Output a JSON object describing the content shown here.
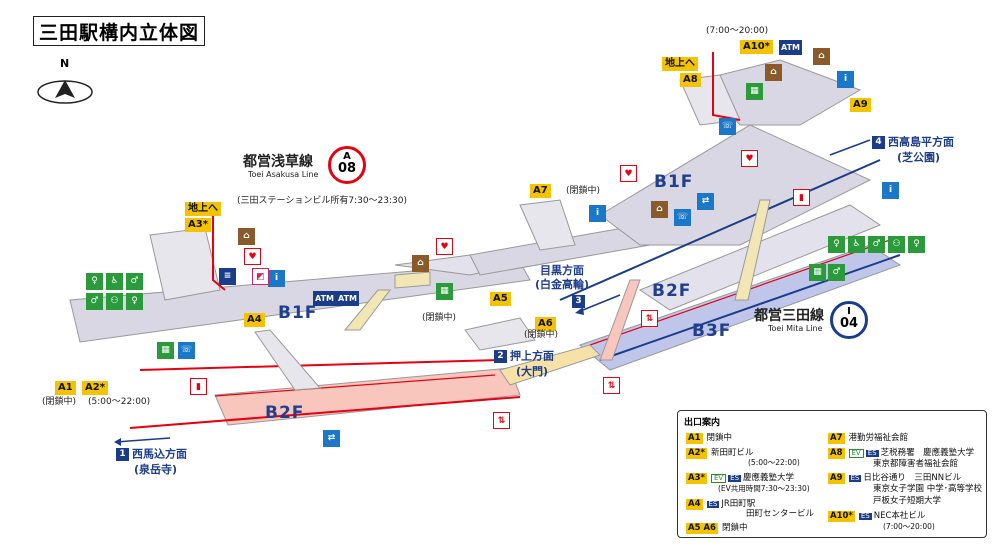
{
  "title": "三田駅構内立体図",
  "north": "N",
  "lines": {
    "asakusa": {
      "name": "都営浅草線",
      "sub": "Toei Asakusa Line",
      "letter": "A",
      "number": "08"
    },
    "mita": {
      "name": "都営三田線",
      "sub": "Toei Mita Line",
      "letter": "I",
      "number": "04"
    }
  },
  "floors": {
    "left_b1": "B1F",
    "left_b2": "B2F",
    "right_b1": "B1F",
    "right_b2": "B2F",
    "right_b3": "B3F"
  },
  "exits": {
    "a1": "A1",
    "a1_note": "(閉鎖中)",
    "a2": "A2*",
    "a2_note": "(5:00～22:00)",
    "a3": "A3*",
    "a3_up": "地上へ",
    "a3_note": "(三田ステーションビル所有7:30～23:30)",
    "a4": "A4",
    "a5": "A5",
    "a5_note": "(閉鎖中)",
    "a6": "A6",
    "a6_note": "(閉鎖中)",
    "a7": "A7",
    "a7_note": "(閉鎖中)",
    "a8": "A8",
    "a8_up": "地上へ",
    "a9": "A9",
    "a10": "A10*",
    "a10_note": "(7:00～20:00)"
  },
  "directions": {
    "d1_num": "1",
    "d1": "西馬込方面",
    "d1_sub": "(泉岳寺)",
    "d2_num": "2",
    "d2": "押上方面",
    "d2_sub": "(大門)",
    "d3_num": "3",
    "d3": "目黒方面",
    "d3_sub": "(白金高輪)",
    "d4_num": "4",
    "d4": "西高島平方面",
    "d4_sub": "(芝公園)"
  },
  "atm_label": "ATM",
  "legend": {
    "header": "出口案内",
    "rows_left": [
      {
        "key": "A1",
        "text": "閉鎖中"
      },
      {
        "key": "A2*",
        "text": "新田町ビル",
        "sub": "(5:00～22:00)"
      },
      {
        "key": "A3*",
        "ev": "EV",
        "es": "ES",
        "text": "慶應義塾大学",
        "sub": "(EV共用時間7:30～23:30)"
      },
      {
        "key": "A4",
        "es": "ES",
        "text": "JR田町駅",
        "sub": "田町センタービル"
      },
      {
        "key": "A5 A6",
        "text": "閉鎖中"
      }
    ],
    "rows_right": [
      {
        "key": "A7",
        "text": "港勤労福祉会館"
      },
      {
        "key": "A8",
        "ev": "EV",
        "es": "ES",
        "text": "芝税務署　慶應義塾大学",
        "sub": "東京都障害者福祉会館"
      },
      {
        "key": "A9",
        "es": "ES",
        "text": "日比谷通り　三田NNビル",
        "sub": "東京女子学園 中学･高等学校",
        "sub2": "戸板女子短期大学"
      },
      {
        "key": "A10*",
        "es": "ES",
        "text": "NEC本社ビル",
        "sub": "(7:00～20:00)"
      }
    ]
  },
  "colors": {
    "asakusa_red": "#e50012",
    "mita_blue": "#1b3c88",
    "exit_yellow": "#f3c300",
    "concourse_gray": "#d8d7e3",
    "platform_pink": "#f6b1a7",
    "platform_blue": "#bfc6ea"
  }
}
